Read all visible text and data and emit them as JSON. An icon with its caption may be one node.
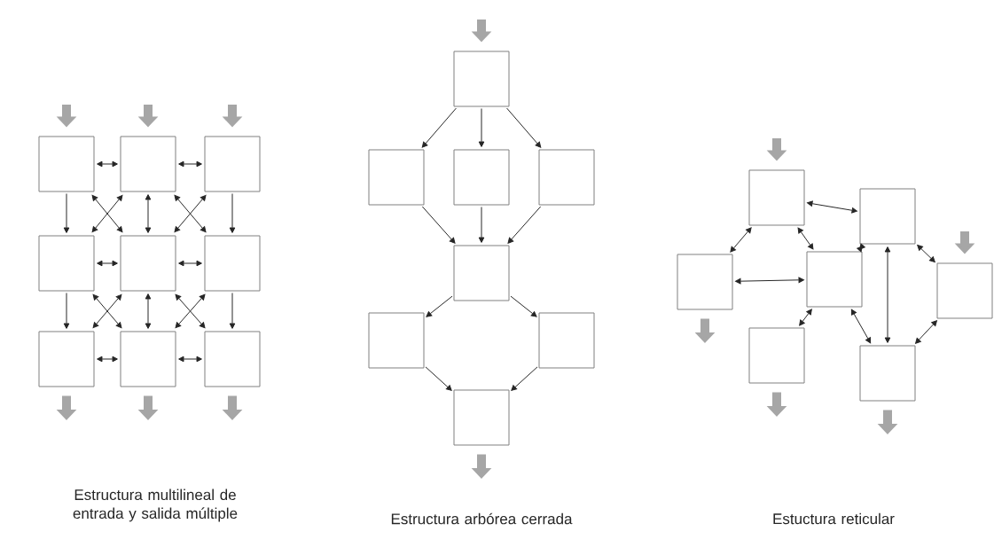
{
  "diagram": {
    "nodes": [
      {
        "text": [],
        "shape": "box"
      },
      {
        "text": [],
        "shape": "box"
      },
      {
        "text": [],
        "shape": "box"
      },
      {
        "text": [],
        "shape": "box"
      },
      {
        "text": [],
        "shape": "box"
      },
      {
        "text": [],
        "shape": "box"
      },
      {
        "text": [],
        "shape": "box"
      },
      {
        "text": [],
        "shape": "box"
      },
      {
        "text": [],
        "shape": "box"
      },
      {
        "text": [],
        "shape": "box"
      },
      {
        "text": [],
        "shape": "box"
      },
      {
        "text": [],
        "shape": "box"
      },
      {
        "text": [],
        "shape": "box"
      },
      {
        "text": [],
        "shape": "box"
      },
      {
        "text": [],
        "shape": "box"
      },
      {
        "text": [],
        "shape": "box"
      },
      {
        "text": [],
        "shape": "box"
      },
      {
        "text": [],
        "shape": "box"
      },
      {
        "text": [],
        "shape": "box"
      },
      {
        "text": [],
        "shape": "box"
      },
      {
        "text": [],
        "shape": "box"
      },
      {
        "text": [],
        "shape": "box"
      },
      {
        "text": [],
        "shape": "box"
      },
      {
        "text": [],
        "shape": "box"
      }
    ],
    "edges": [
      {
        "from": null,
        "to": 0,
        "arrow": "to",
        "style": "thick",
        "color": "#a6a6a6"
      },
      {
        "from": null,
        "to": 1,
        "arrow": "to",
        "style": "thick",
        "color": "#a6a6a6"
      },
      {
        "from": null,
        "to": 2,
        "arrow": "to",
        "style": "thick",
        "color": "#a6a6a6"
      },
      {
        "from": 0,
        "to": 1,
        "arrow": "both"
      },
      {
        "from": 1,
        "to": 2,
        "arrow": "both"
      },
      {
        "from": 0,
        "to": 3,
        "arrow": "to"
      },
      {
        "from": 1,
        "to": 3,
        "arrow": "both"
      },
      {
        "from": 0,
        "to": 4,
        "arrow": "both"
      },
      {
        "from": 1,
        "to": 4,
        "arrow": "both"
      },
      {
        "from": 2,
        "to": 4,
        "arrow": "both"
      },
      {
        "from": 1,
        "to": 5,
        "arrow": "both"
      },
      {
        "from": 2,
        "to": 5,
        "arrow": "to"
      },
      {
        "from": 3,
        "to": 4,
        "arrow": "both"
      },
      {
        "from": 4,
        "to": 5,
        "arrow": "both"
      },
      {
        "from": 3,
        "to": 6,
        "arrow": "to"
      },
      {
        "from": 4,
        "to": 6,
        "arrow": "both"
      },
      {
        "from": 3,
        "to": 7,
        "arrow": "both"
      },
      {
        "from": 4,
        "to": 7,
        "arrow": "both"
      },
      {
        "from": 5,
        "to": 7,
        "arrow": "both"
      },
      {
        "from": 4,
        "to": 8,
        "arrow": "both"
      },
      {
        "from": 5,
        "to": 8,
        "arrow": "to"
      },
      {
        "from": 6,
        "to": 7,
        "arrow": "both"
      },
      {
        "from": 7,
        "to": 8,
        "arrow": "both"
      },
      {
        "from": 6,
        "to": null,
        "arrow": "to",
        "style": "thick",
        "color": "#a6a6a6"
      },
      {
        "from": 7,
        "to": null,
        "arrow": "to",
        "style": "thick",
        "color": "#a6a6a6"
      },
      {
        "from": 8,
        "to": null,
        "arrow": "to",
        "style": "thick",
        "color": "#a6a6a6"
      },
      {
        "from": null,
        "to": 9,
        "arrow": "to",
        "style": "thick",
        "color": "#a6a6a6"
      },
      {
        "from": 9,
        "to": 10,
        "arrow": "to"
      },
      {
        "from": 9,
        "to": 11,
        "arrow": "to"
      },
      {
        "from": 9,
        "to": 12,
        "arrow": "to"
      },
      {
        "from": 10,
        "to": 13,
        "arrow": "to"
      },
      {
        "from": 11,
        "to": 13,
        "arrow": "to"
      },
      {
        "from": 12,
        "to": 13,
        "arrow": "to"
      },
      {
        "from": 13,
        "to": 14,
        "arrow": "to"
      },
      {
        "from": 13,
        "to": 15,
        "arrow": "to"
      },
      {
        "from": 14,
        "to": 16,
        "arrow": "to"
      },
      {
        "from": 15,
        "to": 16,
        "arrow": "to"
      },
      {
        "from": 16,
        "to": null,
        "arrow": "to",
        "style": "thick",
        "color": "#a6a6a6"
      },
      {
        "from": null,
        "to": 17,
        "arrow": "to",
        "style": "thick",
        "color": "#a6a6a6"
      },
      {
        "from": 17,
        "to": 18,
        "arrow": "both"
      },
      {
        "from": 17,
        "to": 19,
        "arrow": "both"
      },
      {
        "from": 17,
        "to": 20,
        "arrow": "both"
      },
      {
        "from": 20,
        "to": 18,
        "arrow": "both"
      },
      {
        "from": 19,
        "to": 20,
        "arrow": "both"
      },
      {
        "from": null,
        "to": 21,
        "arrow": "to",
        "style": "thick",
        "color": "#a6a6a6"
      },
      {
        "from": 18,
        "to": 21,
        "arrow": "both"
      },
      {
        "from": 18,
        "to": 23,
        "arrow": "both"
      },
      {
        "from": 20,
        "to": 22,
        "arrow": "both"
      },
      {
        "from": 20,
        "to": 23,
        "arrow": "both"
      },
      {
        "from": 23,
        "to": 21,
        "arrow": "both"
      },
      {
        "from": 19,
        "to": null,
        "arrow": "to",
        "style": "thick",
        "color": "#a6a6a6"
      },
      {
        "from": 22,
        "to": null,
        "arrow": "to",
        "style": "thick",
        "color": "#a6a6a6"
      },
      {
        "from": 23,
        "to": null,
        "arrow": "to",
        "style": "thick",
        "color": "#a6a6a6"
      }
    ],
    "labels": [
      "Estructura multilineal de entrada y salida múltiple",
      "Estructura arbórea cerrada",
      "Estuctura reticular"
    ]
  }
}
